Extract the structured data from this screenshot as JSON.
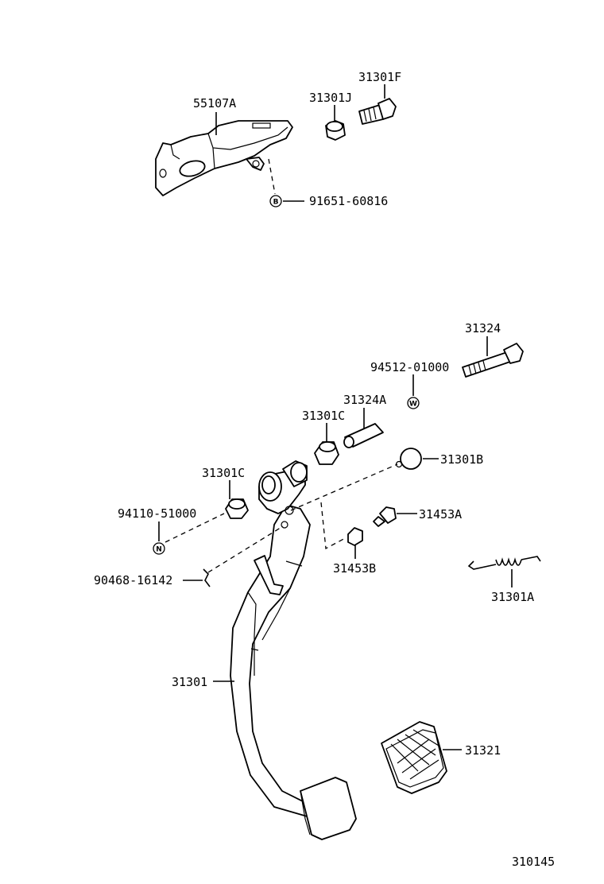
{
  "labels": {
    "p55107A": "55107A",
    "p31301J": "31301J",
    "p31301F": "31301F",
    "p91651": "91651-60816",
    "p31324": "31324",
    "p94512": "94512-01000",
    "p31324A": "31324A",
    "p31301C_top": "31301C",
    "p31301B": "31301B",
    "p31301C_mid": "31301C",
    "p94110": "94110-51000",
    "p31453A": "31453A",
    "p90468": "90468-16142",
    "p31453B": "31453B",
    "p31301A": "31301A",
    "p31301": "31301",
    "p31321": "31321",
    "diagram_id": "310145"
  },
  "markers": {
    "b": "B",
    "w": "W",
    "n": "N"
  }
}
